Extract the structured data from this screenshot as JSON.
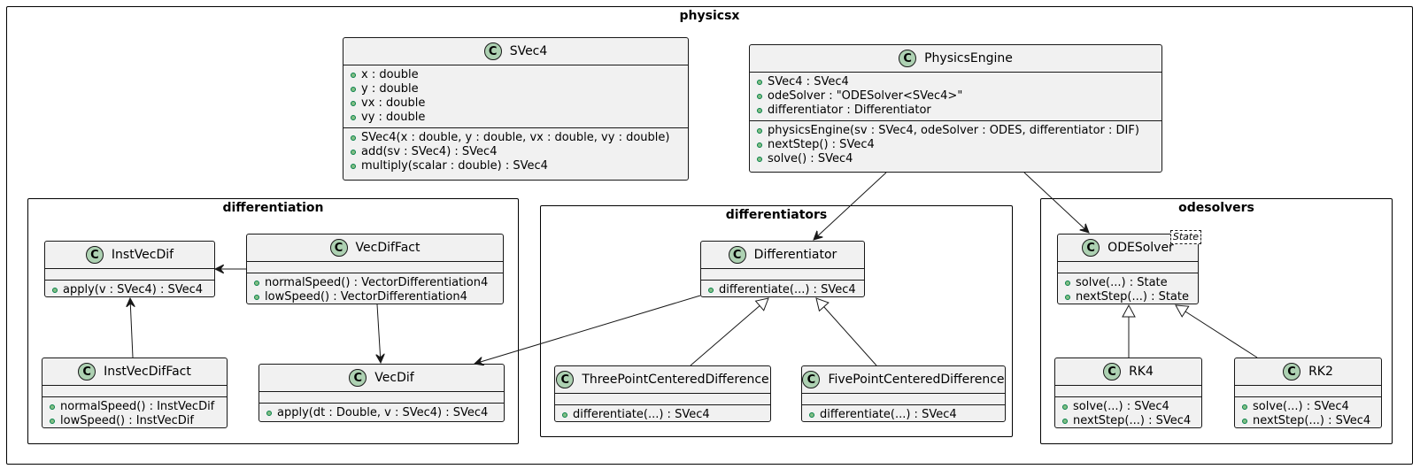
{
  "icon": {
    "class_marker": "C",
    "visibility": "public-circle-icon"
  },
  "colors": {
    "class_fill": "#f1f1f1",
    "icon_fill": "#add1b2",
    "border": "#181818",
    "visibility": "#84be84"
  },
  "packages": {
    "physicsx": "physicsx",
    "differentiation": "differentiation",
    "differentiators": "differentiators",
    "odesolvers": "odesolvers"
  },
  "classes": {
    "svec4": {
      "name": "SVec4",
      "fields": [
        "x : double",
        "y : double",
        "vx : double",
        "vy : double"
      ],
      "methods": [
        "SVec4(x : double, y : double, vx : double, vy : double)",
        "add(sv : SVec4) : SVec4",
        "multiply(scalar : double) : SVec4"
      ]
    },
    "physicsengine": {
      "name": "PhysicsEngine",
      "fields": [
        "SVec4 : SVec4",
        "odeSolver : \"ODESolver<SVec4>\"",
        "differentiator : Differentiator"
      ],
      "methods": [
        "physicsEngine(sv : SVec4, odeSolver : ODES, differentiator : DIF)",
        "nextStep() : SVec4",
        "solve() : SVec4"
      ]
    },
    "instvecdif": {
      "name": "InstVecDif",
      "fields": [],
      "methods": [
        "apply(v : SVec4) : SVec4"
      ]
    },
    "vecdiffact": {
      "name": "VecDifFact",
      "fields": [],
      "methods": [
        "normalSpeed() : VectorDifferentiation4",
        "lowSpeed() : VectorDifferentiation4"
      ]
    },
    "instvecdiffact": {
      "name": "InstVecDifFact",
      "fields": [],
      "methods": [
        "normalSpeed() : InstVecDif",
        "lowSpeed() : InstVecDif"
      ]
    },
    "vecdif": {
      "name": "VecDif",
      "fields": [],
      "methods": [
        "apply(dt : Double, v : SVec4) : SVec4"
      ]
    },
    "differentiator": {
      "name": "Differentiator",
      "fields": [],
      "methods": [
        "differentiate(...) : SVec4"
      ]
    },
    "threepoint": {
      "name": "ThreePointCenteredDifference",
      "fields": [],
      "methods": [
        "differentiate(...) : SVec4"
      ]
    },
    "fivepoint": {
      "name": "FivePointCenteredDifference",
      "fields": [],
      "methods": [
        "differentiate(...) : SVec4"
      ]
    },
    "odesolver": {
      "name": "ODESolver",
      "param": "State",
      "fields": [],
      "methods": [
        "solve(...) : State",
        "nextStep(...) : State"
      ]
    },
    "rk4": {
      "name": "RK4",
      "fields": [],
      "methods": [
        "solve(...) : SVec4",
        "nextStep(...) : SVec4"
      ]
    },
    "rk2": {
      "name": "RK2",
      "fields": [],
      "methods": [
        "solve(...) : SVec4",
        "nextStep(...) : SVec4"
      ]
    }
  },
  "relations": [
    {
      "from": "physicsengine",
      "to": "differentiator",
      "kind": "association"
    },
    {
      "from": "physicsengine",
      "to": "odesolver",
      "kind": "association"
    },
    {
      "from": "vecdiffact",
      "to": "instvecdif",
      "kind": "association"
    },
    {
      "from": "vecdiffact",
      "to": "vecdif",
      "kind": "association"
    },
    {
      "from": "instvecdiffact",
      "to": "instvecdif",
      "kind": "association"
    },
    {
      "from": "differentiator",
      "to": "vecdif",
      "kind": "association"
    },
    {
      "from": "threepoint",
      "to": "differentiator",
      "kind": "inheritance"
    },
    {
      "from": "fivepoint",
      "to": "differentiator",
      "kind": "inheritance"
    },
    {
      "from": "rk4",
      "to": "odesolver",
      "kind": "inheritance"
    },
    {
      "from": "rk2",
      "to": "odesolver",
      "kind": "inheritance"
    }
  ]
}
